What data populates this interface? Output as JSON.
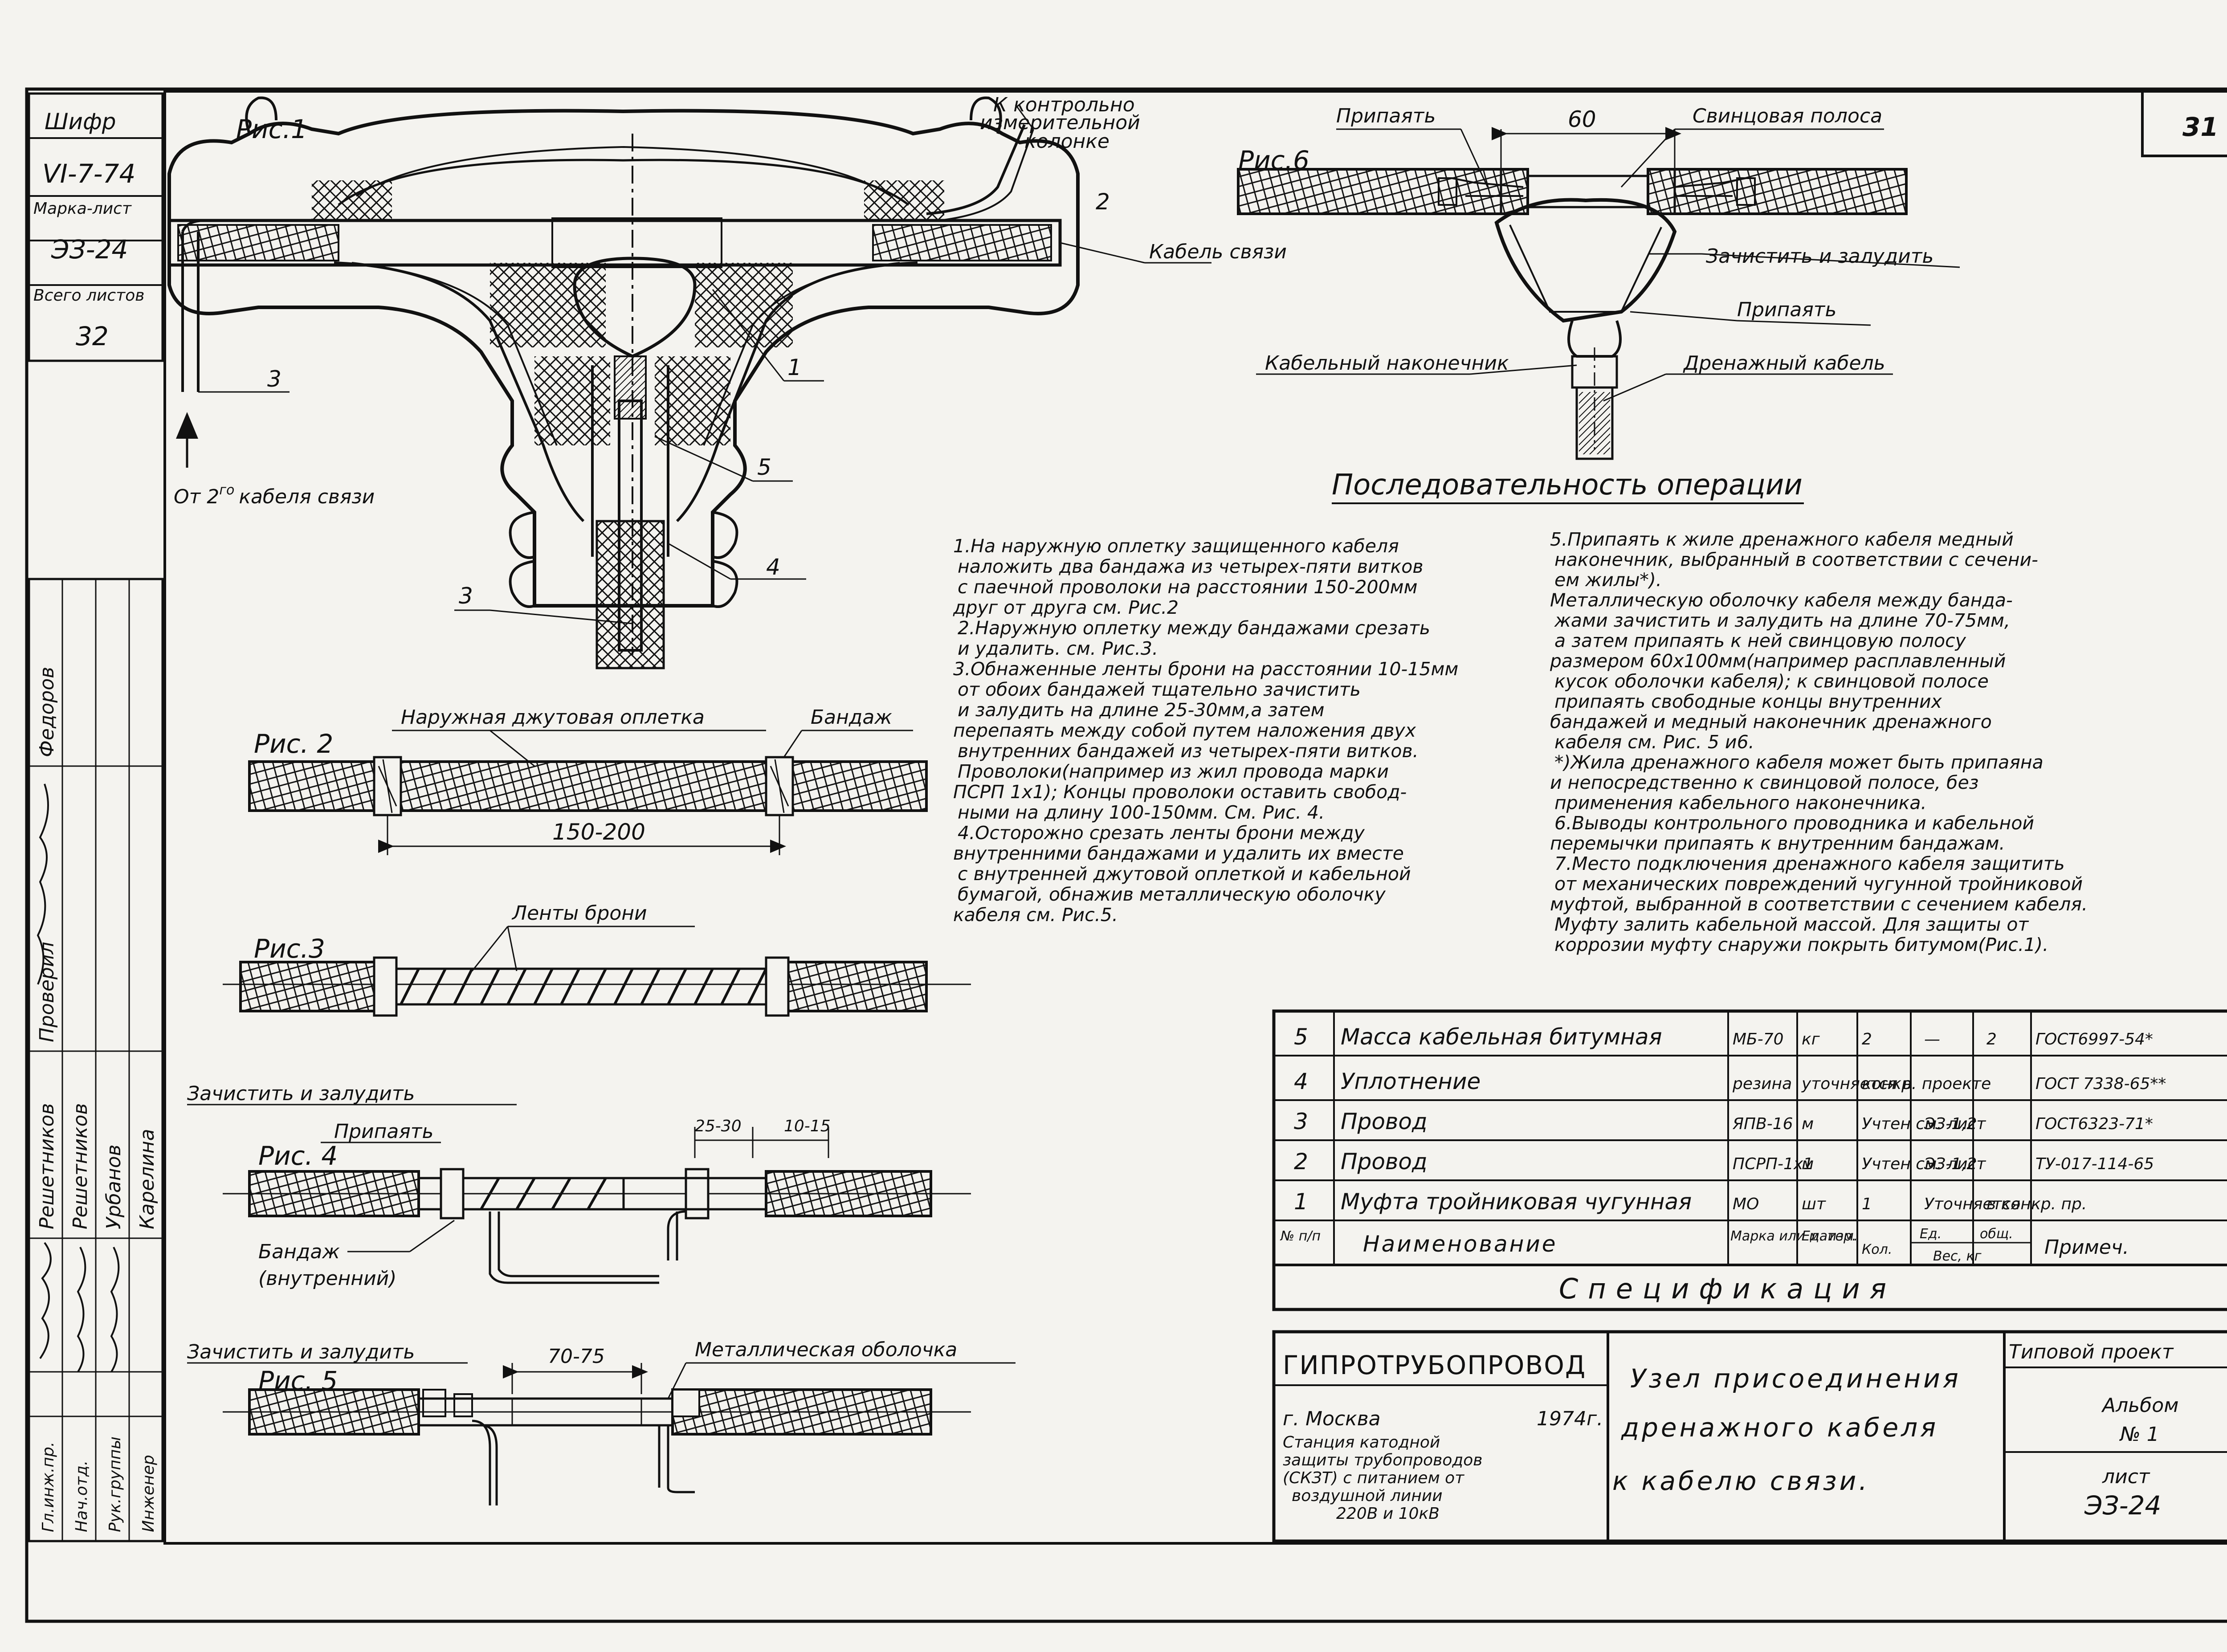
{
  "side": {
    "shifr_label": "Шифр",
    "shifr_value": "VI-7-74",
    "marka_label": "Марка-лист",
    "marka_value": "ЭЗ-24",
    "total_label": "Всего листов",
    "total_value": "32",
    "roles": [
      "Гл.инж.пр.",
      "Нач.отд.",
      "Рук.группы",
      "Инженер"
    ],
    "col_headers": [
      "Федоров",
      "Проверил",
      "Решетников",
      "Урбанов",
      "Карелина"
    ],
    "names": [
      "Решетников",
      "Урбанов",
      "Карелина"
    ]
  },
  "sheet_number": "31",
  "fig1": {
    "title": "Рис.1",
    "label_control": "К контрольно измерительной колонке",
    "label_control_num": "2",
    "label_cable": "Кабель связи",
    "label_from": "От 2",
    "label_from_sup": "го",
    "label_from_rest": "кабеля связи",
    "callouts": [
      "1",
      "2",
      "3",
      "3",
      "4",
      "5"
    ]
  },
  "fig6": {
    "title": "Рис.6",
    "solder_top": "Припаять",
    "dim_60": "60",
    "lead_strip": "Свинцовая полоса",
    "clean_tin": "Зачистить и залудить",
    "solder_mid": "Припаять",
    "cable_lug": "Кабельный наконечник",
    "drain_cable": "Дренажный кабель"
  },
  "sequence": {
    "heading": "Последовательность операции",
    "left": [
      "1.На наружную оплетку защищенного кабеля",
      "наложить два бандажа из четырех-пяти витков",
      "с паечной проволоки на расстоянии 150-200мм",
      "друг от друга см. Рис.2",
      "2.Наружную оплетку между бандажами срезать",
      "и удалить. см. Рис.3.",
      "3.Обнаженные ленты брони на расстоянии 10-15мм",
      "от обоих бандажей тщательно зачистить",
      "и залудить на длине 25-30мм,а затем",
      "перепаять между собой путем наложения двух",
      "внутренних бандажей из четырех-пяти витков.",
      "Проволоки(например из жил провода марки",
      "ПСРП 1х1); Концы проволоки оставить свобод-",
      "ными на длину 100-150мм.  См. Рис. 4.",
      "4.Осторожно срезать ленты брони между",
      "внутренними бандажами и удалить их вместе",
      "с внутренней джутовой оплеткой и кабельной",
      "бумагой, обнажив металлическую оболочку",
      "кабеля см. Рис.5."
    ],
    "right": [
      "5.Припаять к жиле дренажного кабеля медный",
      "наконечник, выбранный в соответствии с сечени-",
      "ем жилы*).",
      "Металлическую оболочку кабеля между банда-",
      "жами зачистить и залудить на длине 70-75мм,",
      "а затем припаять к ней свинцовую полосу",
      "размером 60х100мм(например расплавленный",
      "кусок оболочки кабеля); к свинцовой полосе",
      "припаять свободные концы внутренних",
      "бандажей и медный наконечник дренажного",
      "кабеля см. Рис. 5 и6.",
      "*)Жила дренажного кабеля может быть припаяна",
      "и непосредственно к свинцовой полосе, без",
      "применения кабельного наконечника.",
      "6.Выводы контрольного проводника и кабельной",
      "перемычки припаять к внутренним бандажам.",
      "7.Место подключения дренажного кабеля защитить",
      "от механических повреждений чугунной тройниковой",
      "муфтой, выбранной в соответствии с сечением кабеля.",
      "Муфту залить кабельной массой. Для защиты от",
      "коррозии муфту снаружи покрыть битумом(Рис.1)."
    ]
  },
  "fig2": {
    "title": "Рис. 2",
    "outer_braid": "Наружная джутовая оплетка",
    "bandage": "Бандаж",
    "dim": "150-200"
  },
  "fig3": {
    "title": "Рис.3",
    "armor": "Ленты брони"
  },
  "fig4": {
    "title": "Рис. 4",
    "clean_tin": "Зачистить и залудить",
    "solder": "Припаять",
    "dim1": "25-30",
    "dim2": "10-15",
    "bandage": "Бандаж",
    "bandage_sub": "(внутренний)"
  },
  "fig5": {
    "title": "Рис. 5",
    "clean_tin": "Зачистить и залудить",
    "dim": "70-75",
    "sheath": "Металлическая оболочка"
  },
  "spec": {
    "rows": [
      {
        "n": "5",
        "name": "Масса кабельная битумная",
        "mark": "МБ-70",
        "unit": "кг",
        "qty": "2",
        "w1": "—",
        "w2": "2",
        "note": "ГОСТ6997-54*"
      },
      {
        "n": "4",
        "name": "Уплотнение",
        "mark": "резина",
        "unit": "уточняется в",
        "qty": "конкр. проекте",
        "w1": "",
        "w2": "",
        "note": "ГОСТ 7338-65**"
      },
      {
        "n": "3",
        "name": "Провод",
        "mark": "ЯПВ-16",
        "unit": "м",
        "qty": "Учтен см. лист",
        "w1": "ЭЗ-1,2",
        "w2": "",
        "note": "ГОСТ6323-71*"
      },
      {
        "n": "2",
        "name": "Провод",
        "mark": "ПСРП-1х1",
        "unit": "м",
        "qty": "Учтен см. лист",
        "w1": "ЭЗ-1,2",
        "w2": "",
        "note": "ТУ-017-114-65"
      },
      {
        "n": "1",
        "name": "Муфта тройниковая чугунная",
        "mark": "МО",
        "unit": "шт",
        "qty": "1",
        "w1": "Уточняется",
        "w2": "в конкр. пр.",
        "note": ""
      }
    ],
    "header": {
      "n": "№ п/п",
      "name": "Наименование",
      "mark": "Марка или матер.",
      "unit": "Ед. изм.",
      "qty": "Кол.",
      "w1": "Ед.",
      "w2": "общ.",
      "w_sub": "Вес, кг",
      "note": "Примеч."
    },
    "title": "Спецификация"
  },
  "stamp": {
    "org": "ГИПРОТРУБОПРОВОД",
    "city": "г. Москва",
    "year": "1974г.",
    "desc": [
      "Станция катодной",
      "защиты трубопроводов",
      "(СКЗТ) с питанием от",
      "воздушной линии",
      "220В и 10кВ"
    ],
    "title": [
      "Узел присоединения",
      "дренажного кабеля",
      "к кабелю связи."
    ],
    "type": "Типовой проект",
    "album": "Альбом",
    "album_no": "№ 1",
    "sheet_label": "лист",
    "sheet_value": "ЭЗ-24"
  }
}
